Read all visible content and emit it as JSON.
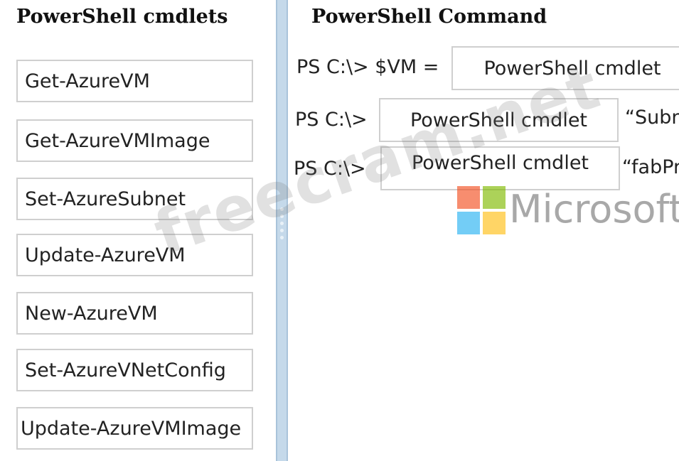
{
  "left_panel": {
    "heading": "PowerShell cmdlets",
    "cmdlets": [
      "Get-AzureVM",
      "Get-AzureVMImage",
      "Set-AzureSubnet",
      "Update-AzureVM",
      "New-AzureVM",
      "Set-AzureVNetConfig",
      "Update-AzureVMImage"
    ]
  },
  "right_panel": {
    "heading": "PowerShell Command",
    "lines": [
      {
        "prompt": "PS C:\\> $VM =",
        "slot": "PowerShell cmdlet",
        "suffix": ""
      },
      {
        "prompt": "PS C:\\>",
        "slot": "PowerShell cmdlet",
        "suffix": "“Subn"
      },
      {
        "prompt": "PS C:\\>",
        "slot": "PowerShell cmdlet",
        "suffix": "“fabPr"
      }
    ]
  },
  "watermark": {
    "text": "freecram.net",
    "brand": "Microsoft",
    "logo_colors": [
      "#f25022",
      "#7fba00",
      "#00a4ef",
      "#ffb900"
    ]
  }
}
